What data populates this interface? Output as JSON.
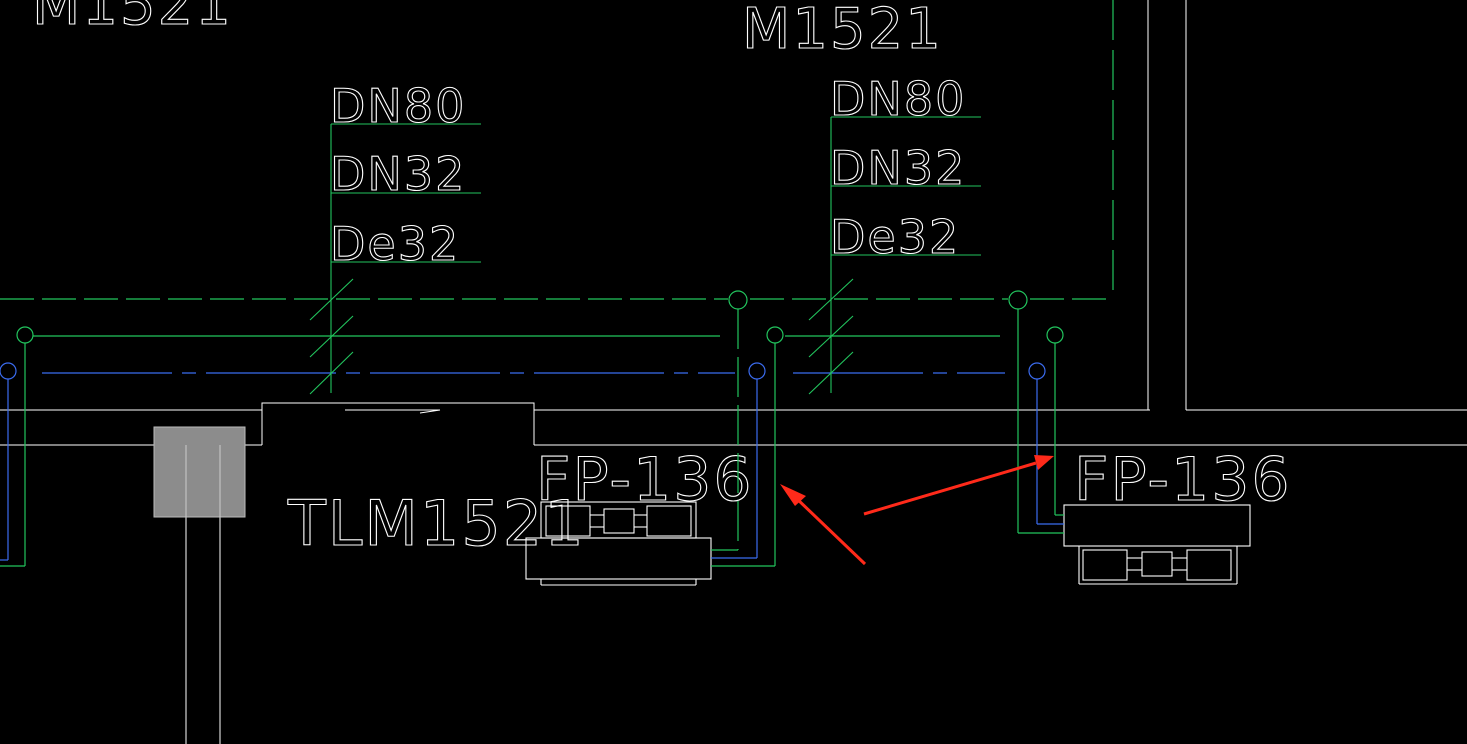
{
  "labels": {
    "door_top_left": "M1521",
    "door_top_mid": "M1521",
    "door_bottom": "TLM1521",
    "unit_left": "FP-136",
    "unit_right": "FP-136"
  },
  "pipe_tags": {
    "left": [
      "DN80",
      "DN32",
      "De32"
    ],
    "right": [
      "DN80",
      "DN32",
      "De32"
    ]
  },
  "colors": {
    "background": "#000000",
    "wall": "#ffffff",
    "green_pipe": "#22c55e",
    "blue_pipe": "#3b6cf0",
    "red_annotation": "#ff2a1a",
    "column_fill": "#8c8c8c"
  }
}
